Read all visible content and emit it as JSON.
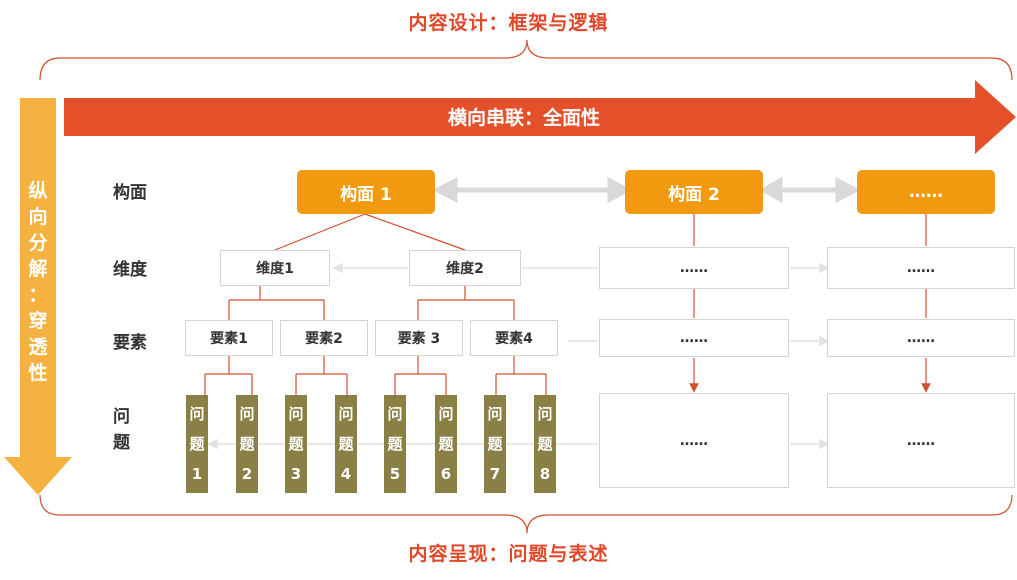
{
  "top_heading": "内容设计：框架与逻辑",
  "bottom_heading": "内容呈现：问题与表述",
  "horizontal_arrow": "横向串联：全面性",
  "vertical_arrow": [
    "纵",
    "向",
    "分",
    "解",
    "：",
    "穿",
    "透",
    "性"
  ],
  "row_labels": {
    "facet": "构面",
    "dimension": "维度",
    "element": "要素",
    "question": [
      "问",
      "题"
    ]
  },
  "facets": [
    "构面 1",
    "构面 2",
    "……"
  ],
  "dimensions": [
    "维度1",
    "维度2",
    "……",
    "……"
  ],
  "elements": [
    "要素1",
    "要素2",
    "要素 3",
    "要素4",
    "……",
    "……"
  ],
  "questions": [
    [
      "问",
      "题",
      "1"
    ],
    [
      "问",
      "题",
      "2"
    ],
    [
      "问",
      "题",
      "3"
    ],
    [
      "问",
      "题",
      "4"
    ],
    [
      "问",
      "题",
      "5"
    ],
    [
      "问",
      "题",
      "6"
    ],
    [
      "问",
      "题",
      "7"
    ],
    [
      "问",
      "题",
      "8"
    ]
  ],
  "question_placeholders": [
    "……",
    "……"
  ],
  "colors": {
    "heading": "#e0482a",
    "horizontal_arrow": "#e4502a",
    "vertical_arrow": "#f6b240",
    "facet_box": "#f19a10",
    "question_box": "#8a7f45",
    "connector": "#d0502e"
  }
}
